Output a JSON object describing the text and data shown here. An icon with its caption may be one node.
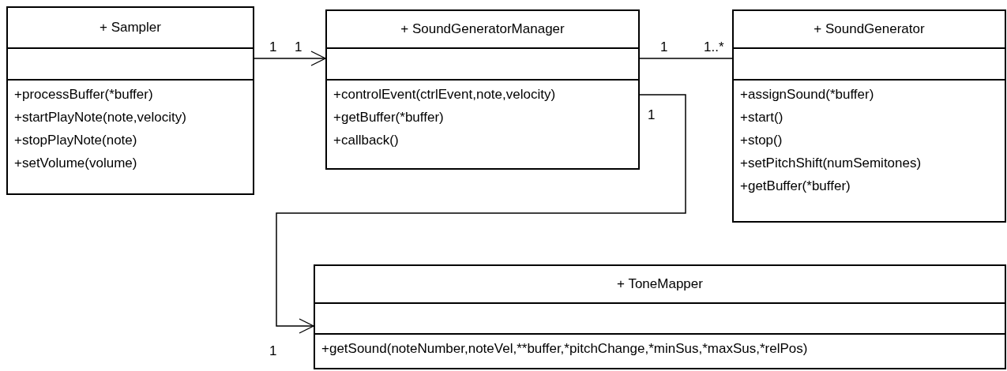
{
  "diagram": {
    "nodes": [
      {
        "text": [
          "+ Sampler",
          "+processBuffer(*buffer)",
          "+startPlayNote(note,velocity)",
          "+stopPlayNote(note)",
          "+setVolume(volume)"
        ]
      },
      {
        "text": [
          "+ SoundGeneratorManager",
          "+controlEvent(ctrlEvent,note,velocity)",
          "+getBuffer(*buffer)",
          "+callback()"
        ]
      },
      {
        "text": [
          "+ SoundGenerator",
          "+assignSound(*buffer)",
          "+start()",
          "+stop()",
          "+setPitchShift(numSemitones)",
          "+getBuffer(*buffer)"
        ]
      },
      {
        "text": [
          "+ ToneMapper",
          "+getSound(noteNumber,noteVel,**buffer,*pitchChange,*minSus,*maxSus,*relPos)"
        ]
      }
    ],
    "edges": [
      {
        "from": 0,
        "to": 1,
        "arrow": "to"
      },
      {
        "from": 1,
        "to": 2,
        "arrow": "none"
      },
      {
        "from": 1,
        "to": 3,
        "arrow": "to"
      }
    ],
    "labels": [
      "1",
      "1",
      "1",
      "1..*",
      "1",
      "1"
    ]
  }
}
